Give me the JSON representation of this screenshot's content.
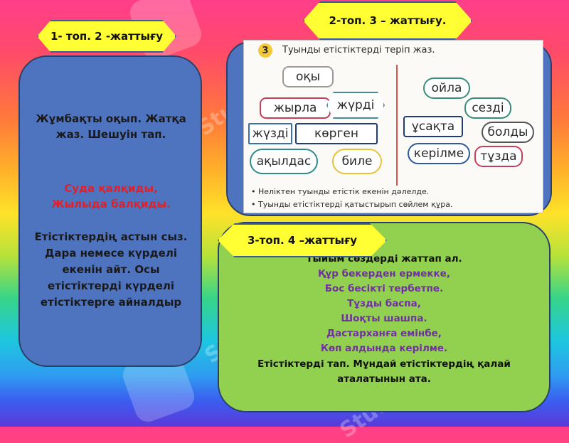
{
  "watermark": "Stud.kz",
  "group1": {
    "tag": "1- топ. 2 -жаттығу",
    "task_line1": "Жұмбақты оқып. Жатқа",
    "task_line2": "жаз. Шешуін тап.",
    "riddle_line1": "Суда қалқиды,",
    "riddle_line2": "Жылыда балқиды.",
    "instr_line1": "Етістіктердің астын сыз.",
    "instr_line2": "Дара немесе күрделі",
    "instr_line3": "екенін айт. Осы",
    "instr_line4": "етістіктерді күрделі",
    "instr_line5": "етістіктерге айналдыр",
    "colors": {
      "panel": "#4f74bf",
      "riddle": "#e0202a"
    }
  },
  "group2": {
    "tag": "2-топ. 3 – жаттығу.",
    "book": {
      "number": "3",
      "heading": "Туынды етістіктерді теріп жаз.",
      "left_words": [
        "оқы",
        "жырла",
        "жүрді",
        "жүзді",
        "көрген",
        "ақылдас",
        "биле"
      ],
      "right_words": [
        "ойла",
        "сезді",
        "ұсақта",
        "болды",
        "керілме",
        "тұзда"
      ],
      "bullet1": "• Неліктен туынды етістік екенін дәлелде.",
      "bullet2": "• Туынды етістіктерді қатыстырып сөйлем құра."
    }
  },
  "group3": {
    "tag": "3-топ. 4 –жаттығу",
    "lines": [
      "Тыйым сөздерді жаттап ал.",
      "Құр бекерден ермекке,",
      "Бос бесікті тербетпе.",
      "Тұзды баспа,",
      "Шоқты шашпа.",
      "Дастарханға емінбе,",
      "Көп алдында керілме.",
      "Етістіктерді тап. Мұндай етістіктердің қалай",
      "аталатынын ата."
    ],
    "colors": {
      "panel": "#92d050",
      "proverbs": "#7030a0"
    }
  }
}
